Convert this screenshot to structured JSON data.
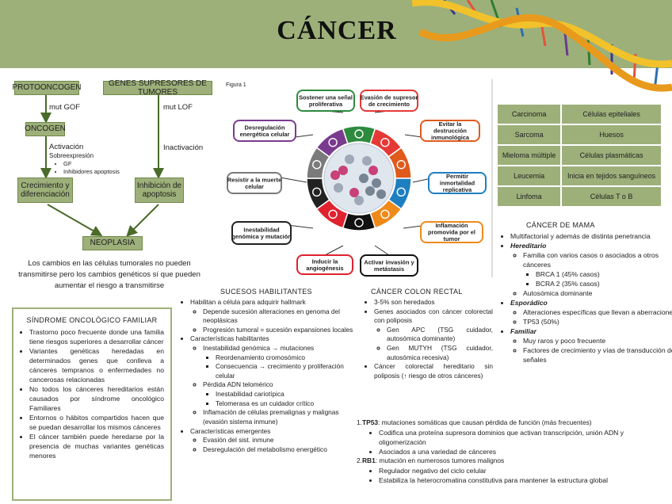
{
  "title": "CÁNCER",
  "flow": {
    "protooncogen": "PROTOONCOGEN",
    "genes_supresores": "GENES SUPRESORES DE TUMORES",
    "mut_gof": "mut GOF",
    "mut_lof": "mut LOF",
    "oncogen": "ONCOGEN",
    "activacion": "Activación",
    "sobreexpresion": "Sobreexpresión",
    "activacion_items": [
      "GF",
      "Inhibidores apoptosis"
    ],
    "inactivacion": "Inactivación",
    "crecimiento": "Crecimiento y diferenciación",
    "inhibicion": "Inhibición de apoptosis",
    "neoplasia": "NEOPLASIA",
    "nota": "Los cambios en las células tumorales no pueden transmitirse pero los cambios genéticos sí que pueden aumentar el riesgo a transmitirse"
  },
  "figura": {
    "label": "Figura 1",
    "hallmarks": [
      "Sostener una señal proliferativa",
      "Evasión de supresor de crecimiento",
      "Evitar la destrucción inmunológica",
      "Permitir inmortalidad replicativa",
      "Inflamación promovida por el tumor",
      "Activar invasión y metástasis",
      "Inducir la angiogénesis",
      "Inestabilidad genómica y mutación",
      "Resistir a la muerte celular",
      "Desregulación energética celular"
    ],
    "colors": [
      "#2e8b3e",
      "#e53935",
      "#e05a1c",
      "#1e7fc0",
      "#ef8a1a",
      "#111111",
      "#e0222f",
      "#222222",
      "#7a7a7a",
      "#7a3b8f"
    ]
  },
  "tabla": [
    [
      "Carcinoma",
      "Células epiteliales"
    ],
    [
      "Sarcoma",
      "Huesos"
    ],
    [
      "Mieloma múltiple",
      "Células plasmáticas"
    ],
    [
      "Leucemia",
      "Inicia en tejidos sanguíneos"
    ],
    [
      "Linfoma",
      "Células T o B"
    ]
  ],
  "mama": {
    "title": "CÁNCER DE MAMA",
    "multifactorial": "Multifactorial y además de distinta penetrancia",
    "hereditario": "Hereditario",
    "hereditario_items": [
      "Familia con varios casos o asociados a otros cánceres"
    ],
    "brca": [
      "BRCA 1 (45% casos)",
      "BCRA 2 (35% casos)"
    ],
    "autosomica": "Autosómica dominante",
    "esporadico": "Esporádico",
    "esporadico_items": [
      "Alteraciones específicas que llevan a aberraciones",
      "TP53 (50%)"
    ],
    "familiar": "Familiar",
    "familiar_items": [
      "Muy raros y poco frecuente",
      "Factores de crecimiento y vías de transducción de señales"
    ]
  },
  "sindrome": {
    "title": "SÍNDROME ONCOLÓGICO FAMILIAR",
    "items": [
      "Trastorno poco frecuente donde una familia tiene riesgos superiores a desarrollar cáncer",
      "Variantes genéticas heredadas en determinados genes que conlleva a cánceres tempranos o enfermedades no cancerosas relacionadas",
      "No todos los cánceres hereditarios están causados por síndrome oncológico Familiares",
      "Entornos o hábitos compartidos hacen que se puedan desarrollar los mismos cánceres",
      "El cáncer también puede heredarse por la presencia de muchas variantes genéticas menores"
    ]
  },
  "sucesos": {
    "title": "SUCESOS HABILITANTES",
    "habilitan": "Habilitan a célula para adquirir hallmark",
    "habilitan_items": [
      "Depende sucesión alteraciones en genoma del neoplásicas",
      "Progresión tumoral = sucesión expansiones locales"
    ],
    "caracteristicas": "Características habilitantes",
    "inestabilidad": "Inestabilidad genómica → mutaciones",
    "inestabilidad_items": [
      "Reordenamiento cromosómico",
      "Consecuencia → crecimiento y proliferación celular"
    ],
    "perdida": "Pérdida ADN telomérico",
    "perdida_items": [
      "Inestabilidad cariotípica",
      "Telomerasa es un cuidador crítico"
    ],
    "inflamacion": "Inflamación de células premalignas y malignas (evasión sistema inmune)",
    "emergentes": "Características emergentes",
    "emergentes_items": [
      "Evasión del sist. inmune",
      "Desregulación del metabolismo energético"
    ]
  },
  "colon": {
    "title": "CÁNCER COLON RECTAL",
    "items": [
      "3-5% son heredados",
      "Genes asociados con cáncer colorectal con poliposis"
    ],
    "genes": [
      "Gen APC (TSG cuidador, autosómica dominante)",
      "Gen MUTYH (TSG cuidador, autosómica recesiva)"
    ],
    "hereditario": "Cáncer colorectal hereditario sin poliposis (↑ riesgo de otros cánceres)"
  },
  "tp53": {
    "num1": "1.",
    "name1": "TP53",
    "desc1": ": mutaciones somáticas que causan pérdida de función  (más frecuentes)",
    "items1": [
      "Codifica una proteína supresora dominios que activan transcripción, unión ADN y oligomerización",
      "Asociados a una variedad de cánceres"
    ],
    "num2": "2.",
    "name2": "RB1",
    "desc2": ": mutación en numerosos tumores malignos",
    "items2": [
      "Regulador negativo del ciclo celular",
      "Estabiliza la heterocromatina constitutiva para mantener la estructura global"
    ]
  }
}
